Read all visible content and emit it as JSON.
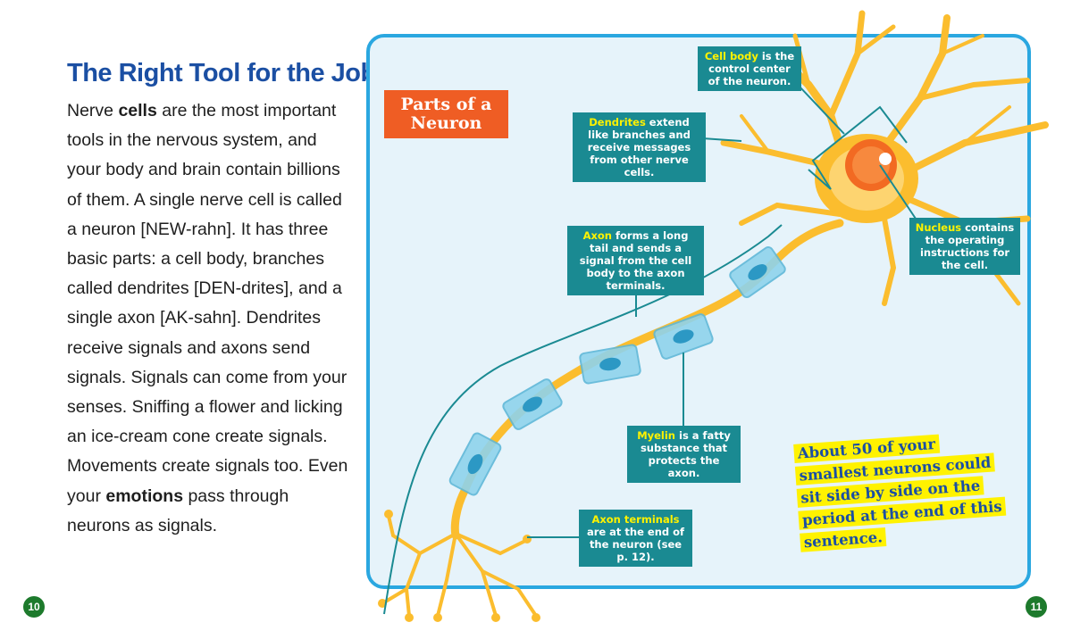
{
  "left_page": {
    "title": "The Right Tool for the Job",
    "body": {
      "s1": "Nerve ",
      "b1": "cells",
      "s2": " are the most important tools in the nervous system, and your body and brain contain billions of them. A single nerve cell is called a neuron [NEW-rahn]. It has three basic parts: a cell body, branches called dendrites [DEN-drites], and a single axon [AK-sahn]. Dendrites receive signals and axons send signals. Signals can come from your senses. Sniffing a flower and licking an ice-cream cone create signals. Movements create signals too. Even your ",
      "b2": "emotions",
      "s3": " pass through neurons as signals."
    },
    "page_number": "10"
  },
  "right_page": {
    "page_number": "11",
    "heading_line1": "Parts of a",
    "heading_line2": "Neuron",
    "labels": {
      "cell_body": {
        "keyword": "Cell body",
        "text": " is the control center of the neuron."
      },
      "dendrites": {
        "keyword": "Dendrites",
        "text": " extend like branches and receive messages from other nerve cells."
      },
      "axon": {
        "keyword": "Axon",
        "text": " forms a long tail and sends a signal from the cell body to the axon terminals."
      },
      "nucleus": {
        "keyword": "Nucleus",
        "text": " contains the operating instructions for the cell."
      },
      "myelin": {
        "keyword": "Myelin",
        "text": " is a fatty substance that protects the axon."
      },
      "axon_terminals": {
        "keyword": "Axon terminals",
        "text": " are at the end of the neuron (see p. 12)."
      }
    },
    "fact_text": "About 50 of your smallest neurons could sit side by side on the period at the end of this sentence."
  },
  "colors": {
    "title_blue": "#1b4fa3",
    "panel_border": "#2aa7e0",
    "panel_bg": "#e6f3fa",
    "label_teal": "#1a8a92",
    "keyword_yellow": "#fff200",
    "heading_orange": "#ef5d24",
    "neuron_yellow": "#fbbd2e",
    "myelin_blue": "#8fd3ec",
    "nucleus_orange": "#f26a22",
    "page_number_green": "#1d7a2c"
  }
}
